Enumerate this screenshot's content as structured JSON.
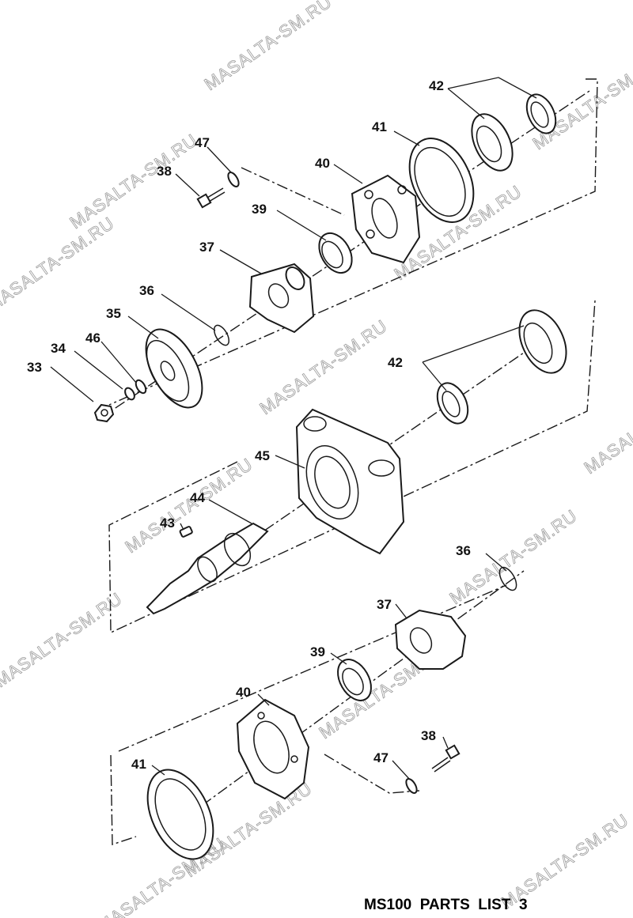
{
  "caption": "MS100  PARTS  LIST  3",
  "watermark": "MASALTA-SM.RU",
  "part_labels": {
    "p33": "33",
    "p34": "34",
    "p46": "46",
    "p35": "35",
    "p36a": "36",
    "p37a": "37",
    "p38a": "38",
    "p47a": "47",
    "p39a": "39",
    "p40a": "40",
    "p41a": "41",
    "p42a": "42",
    "p42b": "42",
    "p45": "45",
    "p44": "44",
    "p43": "43",
    "p36b": "36",
    "p37b": "37",
    "p39b": "39",
    "p40b": "40",
    "p41b": "41",
    "p47b": "47",
    "p38b": "38"
  }
}
